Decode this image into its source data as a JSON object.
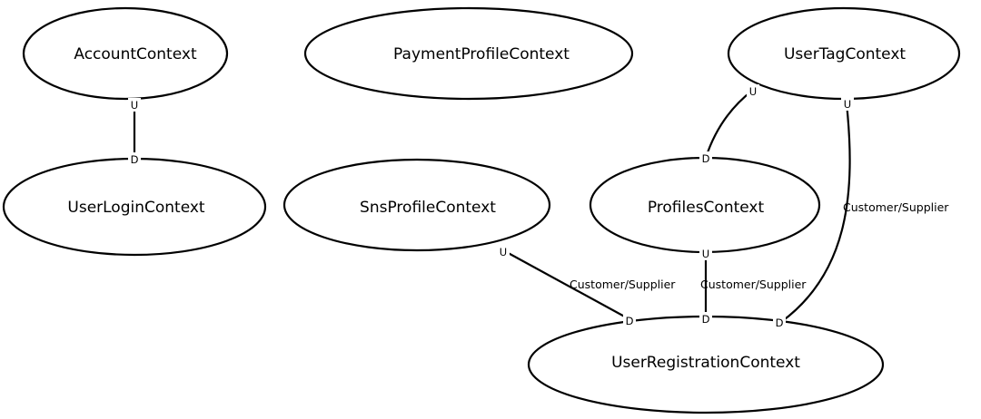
{
  "contexts": {
    "account": "AccountContext",
    "payment_profile": "PaymentProfileContext",
    "user_tag": "UserTagContext",
    "user_login": "UserLoginContext",
    "sns_profile": "SnsProfileContext",
    "profiles": "ProfilesContext",
    "user_registration": "UserRegistrationContext"
  },
  "relationships": [
    {
      "upstream": "AccountContext",
      "downstream": "UserLoginContext",
      "upstream_mark": "U",
      "downstream_mark": "D",
      "label": ""
    },
    {
      "upstream": "UserTagContext",
      "downstream": "ProfilesContext",
      "upstream_mark": "U",
      "downstream_mark": "D",
      "label": ""
    },
    {
      "upstream": "UserTagContext",
      "downstream": "UserRegistrationContext",
      "upstream_mark": "U",
      "downstream_mark": "D",
      "label": "Customer/Supplier"
    },
    {
      "upstream": "SnsProfileContext",
      "downstream": "UserRegistrationContext",
      "upstream_mark": "U",
      "downstream_mark": "D",
      "label": "Customer/Supplier"
    },
    {
      "upstream": "ProfilesContext",
      "downstream": "UserRegistrationContext",
      "upstream_mark": "U",
      "downstream_mark": "D",
      "label": "Customer/Supplier"
    }
  ]
}
